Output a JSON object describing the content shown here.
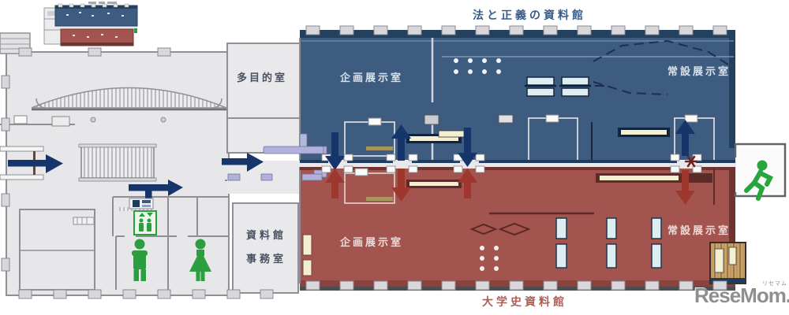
{
  "titles": {
    "top_building": "法と正義の資料館",
    "bottom_building": "大学史資料館"
  },
  "rooms": {
    "multipurpose": {
      "label": "多目的室"
    },
    "office": {
      "line1": "資料館",
      "line2": "事務室"
    },
    "blue_special": {
      "label": "企画展示室"
    },
    "blue_permanent": {
      "label": "常設展示室"
    },
    "red_special": {
      "label": "企画展示室"
    },
    "red_permanent": {
      "label": "常設展示室"
    }
  },
  "watermark": {
    "text": "ReseMom.",
    "ruby": "リセマム"
  },
  "icons": {
    "elevator": "elevator-icon",
    "men_restroom": "male-figure-icon",
    "women_restroom": "female-figure-icon",
    "emergency_exit": "running-person-icon",
    "entrance_flow": "navy-arrow",
    "exhibit_flow": "red-arrow",
    "junction_mark": "asterisk-mark"
  },
  "colors": {
    "blue_room": "#3d5c80",
    "blue_wall": "#24405f",
    "red_room": "#a3544f",
    "red_wall": "#6e3430",
    "floor": "#e9e9eb",
    "wall_grey": "#8f8f96",
    "navy_arrow": "#16356b",
    "red_arrow": "#9e372e",
    "green_icon": "#2b9e3f",
    "lavender_bench": "#b1b1dc",
    "case_fill": "#ddeef2",
    "cream_case": "#f4efcf",
    "wood": "#c9a368",
    "title_blue": "#3a5c88",
    "title_red": "#a8625a",
    "watermark_grey": "#8f8f8f"
  }
}
